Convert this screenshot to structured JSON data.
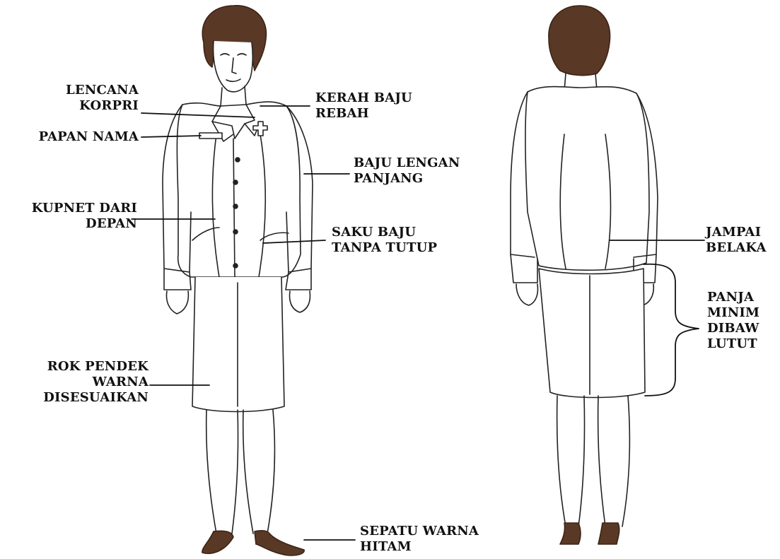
{
  "front_labels": {
    "lencana": [
      "LENCANA",
      "KORPRI"
    ],
    "papan_nama": [
      "PAPAN NAMA"
    ],
    "kupnet": [
      "KUPNET DARI",
      "DEPAN"
    ],
    "rok": [
      "ROK PENDEK",
      "WARNA",
      "DISESUAIKAN"
    ],
    "kerah": [
      "KERAH BAJU",
      "REBAH"
    ],
    "lengan": [
      "BAJU LENGAN",
      "PANJANG"
    ],
    "saku": [
      "SAKU BAJU",
      "TANPA TUTUP"
    ],
    "sepatu": [
      "SEPATU WARNA",
      "HITAM"
    ]
  },
  "back_labels": {
    "jampai": [
      "JAMPAI",
      "BELAKA"
    ],
    "panjang": [
      "PANJA",
      "MINIM",
      "DIBAW",
      "LUTUT"
    ]
  }
}
